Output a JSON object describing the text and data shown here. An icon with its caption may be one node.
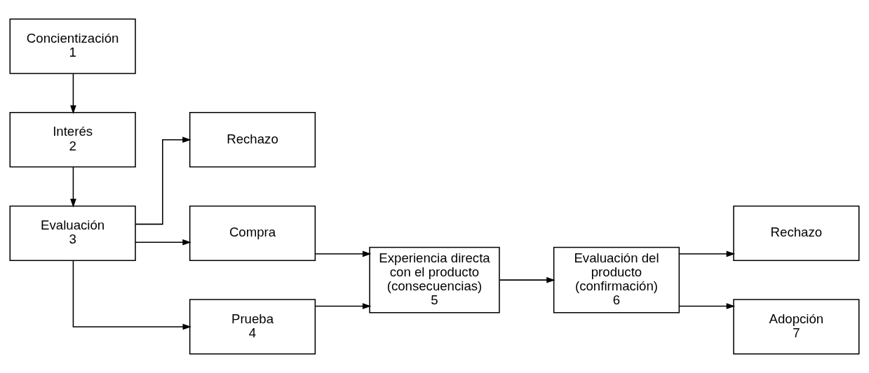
{
  "diagram": {
    "nodes": [
      {
        "text": [
          "Concientización",
          "1"
        ]
      },
      {
        "text": [
          "Interés",
          "2"
        ]
      },
      {
        "text": [
          "Evaluación",
          "3"
        ]
      },
      {
        "text": [
          "Rechazo"
        ]
      },
      {
        "text": [
          "Compra"
        ]
      },
      {
        "text": [
          "Prueba",
          "4"
        ]
      },
      {
        "text": [
          "Experiencia directa con el producto (consecuencias)",
          "5"
        ]
      },
      {
        "text": [
          "Evaluación del producto (confirmación)",
          "6"
        ]
      },
      {
        "text": [
          "Rechazo"
        ]
      },
      {
        "text": [
          "Adopción",
          "7"
        ]
      }
    ],
    "edges": [
      {
        "from": 0,
        "to": 1,
        "arrow": "to"
      },
      {
        "from": 1,
        "to": 2,
        "arrow": "to"
      },
      {
        "from": 2,
        "to": 3,
        "arrow": "to"
      },
      {
        "from": 2,
        "to": 4,
        "arrow": "to"
      },
      {
        "from": 2,
        "to": 5,
        "arrow": "to"
      },
      {
        "from": 4,
        "to": 6,
        "arrow": "to"
      },
      {
        "from": 5,
        "to": 6,
        "arrow": "to"
      },
      {
        "from": 6,
        "to": 7,
        "arrow": "to"
      },
      {
        "from": 7,
        "to": 8,
        "arrow": "to"
      },
      {
        "from": 7,
        "to": 9,
        "arrow": "to"
      }
    ]
  }
}
